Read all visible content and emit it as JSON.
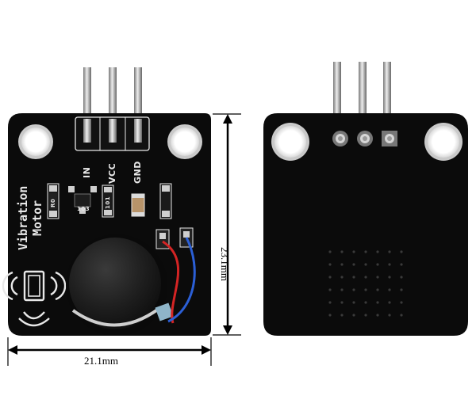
{
  "front_board": {
    "pin_labels": [
      "IN",
      "VCC",
      "GND"
    ],
    "title_lines": [
      "Vibration",
      "Motor"
    ],
    "component_codes": [
      "R0",
      "103",
      "101"
    ]
  },
  "dimensions": {
    "width": "21.1mm",
    "height": "23.1mm"
  },
  "colors": {
    "pcb": "#0b0b0b",
    "silkscreen": "#e8e8e8",
    "background": "#ffffff"
  }
}
